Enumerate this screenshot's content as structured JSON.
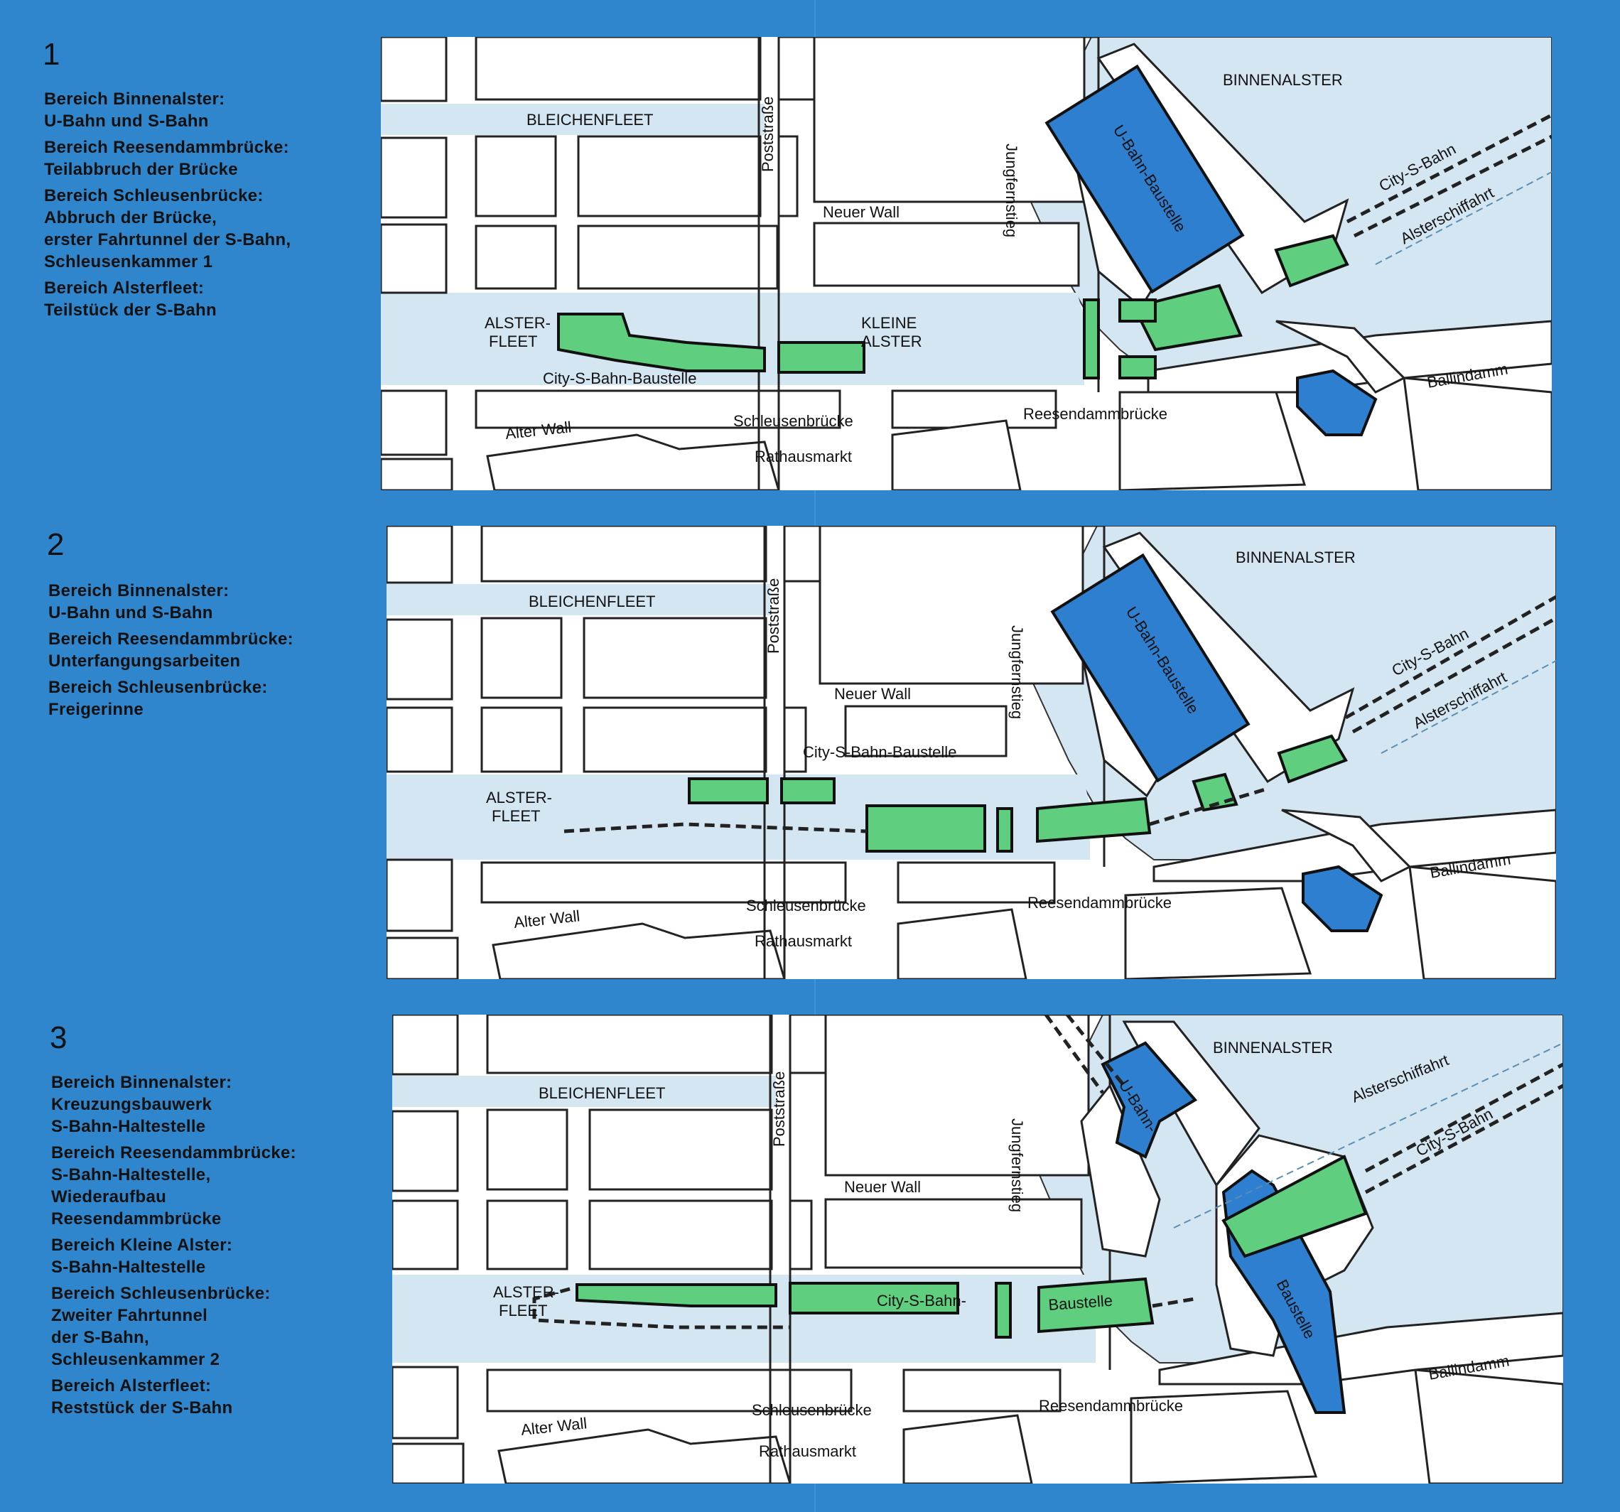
{
  "phases": [
    {
      "number": "1",
      "descriptions": [
        "Bereich Binnenalster:\nU-Bahn und S-Bahn",
        "Bereich Reesendammbrücke:\nTeilabbruch der Brücke",
        "Bereich Schleusenbrücke:\nAbbruch der Brücke,\nerster Fahrtunnel der S-Bahn,\nSchleusenkammer 1",
        "Bereich Alsterfleet:\nTeilstück der S-Bahn"
      ],
      "map": {
        "binnenalster": "BINNENALSTER",
        "bleichenfleet": "BLEICHENFLEET",
        "poststrasse": "Poststraße",
        "neuer_wall": "Neuer Wall",
        "jungfernstieg": "Jungfernstieg",
        "alster_fleet_1": "ALSTER-",
        "alster_fleet_2": "FLEET",
        "kleine_alster_1": "KLEINE",
        "kleine_alster_2": "ALSTER",
        "city_s_bahn_baustelle": "City-S-Bahn-Baustelle",
        "schleusenbruecke": "Schleusenbrücke",
        "reesendammbruecke": "Reesendammbrücke",
        "alter_wall": "Alter Wall",
        "rathausmarkt": "Rathausmarkt",
        "ballindamm": "Ballindamm",
        "city_s_bahn": "City-S-Bahn",
        "alsterschiffahrt": "Alsterschiffahrt",
        "u_bahn_baustelle": "U-Bahn-Baustelle"
      }
    },
    {
      "number": "2",
      "descriptions": [
        "Bereich Binnenalster:\nU-Bahn und S-Bahn",
        "Bereich Reesendammbrücke:\nUnterfangungsarbeiten",
        "Bereich Schleusenbrücke:\nFreigerinne"
      ],
      "map": {
        "binnenalster": "BINNENALSTER",
        "bleichenfleet": "BLEICHENFLEET",
        "poststrasse": "Poststraße",
        "neuer_wall": "Neuer Wall",
        "jungfernstieg": "Jungfernstieg",
        "alster_fleet_1": "ALSTER-",
        "alster_fleet_2": "FLEET",
        "city_s_bahn_baustelle": "City-S-Bahn-Baustelle",
        "schleusenbruecke": "Schleusenbrücke",
        "reesendammbruecke": "Reesendammbrücke",
        "alter_wall": "Alter Wall",
        "rathausmarkt": "Rathausmarkt",
        "ballindamm": "Ballindamm",
        "city_s_bahn": "City-S-Bahn",
        "alsterschiffahrt": "Alsterschiffahrt",
        "u_bahn_baustelle": "U-Bahn-Baustelle"
      }
    },
    {
      "number": "3",
      "descriptions": [
        "Bereich Binnenalster:\nKreuzungsbauwerk\nS-Bahn-Haltestelle",
        "Bereich Reesendammbrücke:\nS-Bahn-Haltestelle,\nWiederaufbau\nReesendammbrücke",
        "Bereich Kleine Alster:\nS-Bahn-Haltestelle",
        "Bereich Schleusenbrücke:\nZweiter Fahrtunnel\nder S-Bahn,\nSchleusenkammer 2",
        "Bereich Alsterfleet:\nReststück der S-Bahn"
      ],
      "map": {
        "binnenalster": "BINNENALSTER",
        "bleichenfleet": "BLEICHENFLEET",
        "poststrasse": "Poststraße",
        "neuer_wall": "Neuer Wall",
        "jungfernstieg": "Jungfernstieg",
        "alster_fleet_1": "ALSTER-",
        "alster_fleet_2": "FLEET",
        "city_s_bahn_1": "City-S-Bahn-",
        "baustelle": "Baustelle",
        "schleusenbruecke": "Schleusenbrücke",
        "reesendammbruecke": "Reesendammbrücke",
        "alter_wall": "Alter Wall",
        "rathausmarkt": "Rathausmarkt",
        "ballindamm": "Ballindamm",
        "city_s_bahn": "City-S-Bahn",
        "alsterschiffahrt": "Alsterschiffahrt",
        "u_bahn": "U-Bahn-",
        "baustelle_2": "Baustelle"
      }
    }
  ],
  "colors": {
    "background": "#2f86cc",
    "water": "#d4e6f2",
    "construction_green": "#5fcf7f",
    "u_bahn_blue": "#2f7fd0",
    "building": "#ffffff"
  }
}
